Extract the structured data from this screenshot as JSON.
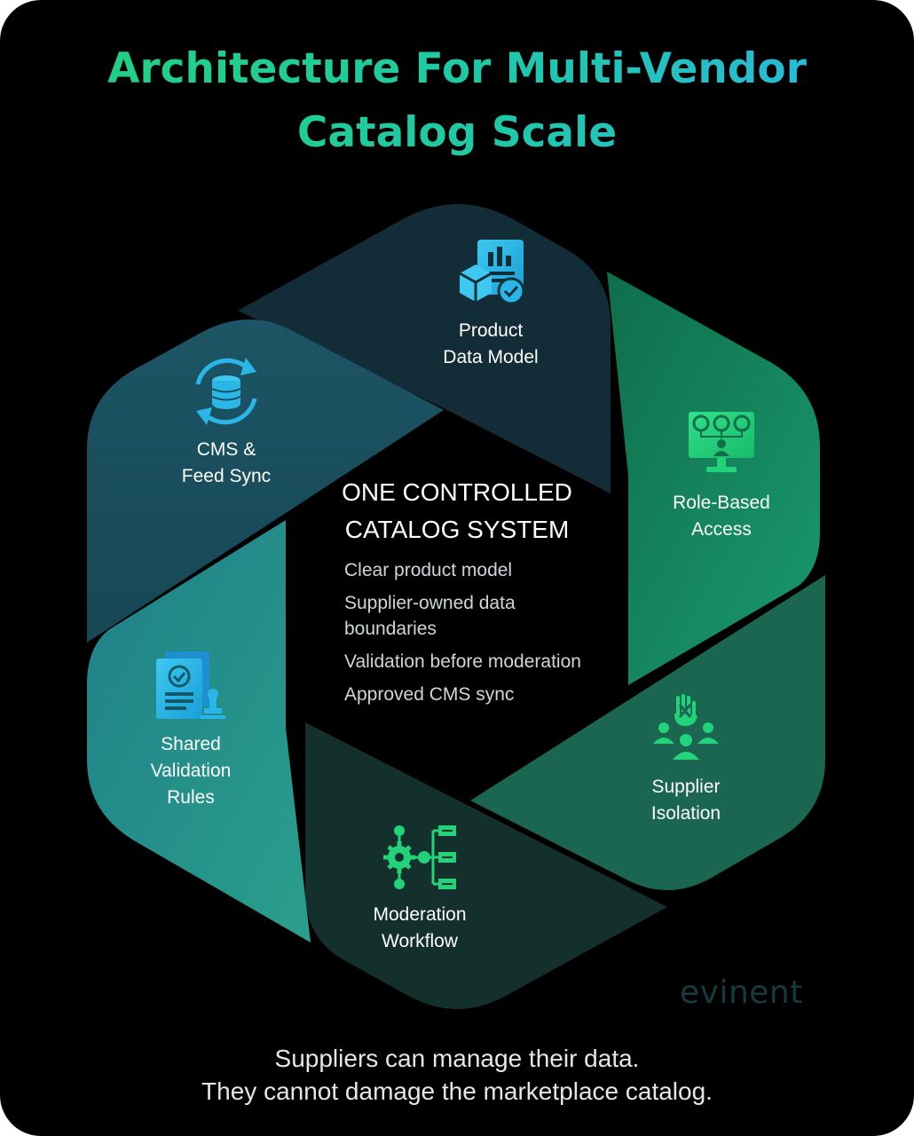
{
  "title": {
    "line1": "Architecture For Multi-Vendor",
    "line2": "Catalog Scale"
  },
  "center": {
    "heading_line1": "ONE CONTROLLED",
    "heading_line2": "CATALOG SYSTEM",
    "items": [
      "Clear product model",
      "Supplier-owned data boundaries",
      "Validation before moderation",
      "Approved CMS sync"
    ]
  },
  "segments": [
    {
      "name": "product-data-model",
      "line1": "Product",
      "line2": "Data Model",
      "color": "#132d38",
      "icon": "product-data-icon"
    },
    {
      "name": "role-based-access",
      "line1": "Role-Based",
      "line2": "Access",
      "color": "#16875f",
      "icon": "access-control-monitor-icon"
    },
    {
      "name": "supplier-isolation",
      "line1": "Supplier",
      "line2": "Isolation",
      "color": "#1b6650",
      "icon": "supplier-group-icon"
    },
    {
      "name": "moderation-workflow",
      "line1": "Moderation",
      "line2": "Workflow",
      "color": "#14302c",
      "icon": "workflow-gear-icon"
    },
    {
      "name": "shared-validation-rules",
      "line1": "Shared",
      "line2": "Validation",
      "line3": "Rules",
      "color": "#238c88",
      "icon": "validation-document-icon"
    },
    {
      "name": "cms-feed-sync",
      "line1": "CMS &",
      "line2": "Feed Sync",
      "color": "#1b4e5e",
      "icon": "database-sync-icon"
    }
  ],
  "brand": "evinent",
  "footer": {
    "line1": "Suppliers can manage their data.",
    "line2": "They cannot damage the marketplace catalog."
  },
  "colors": {
    "background": "#000000",
    "title_gradient_start": "#22d37a",
    "title_gradient_end": "#2ab7e8",
    "icon_blue": "#2ab7e8",
    "icon_green": "#22d37a"
  }
}
